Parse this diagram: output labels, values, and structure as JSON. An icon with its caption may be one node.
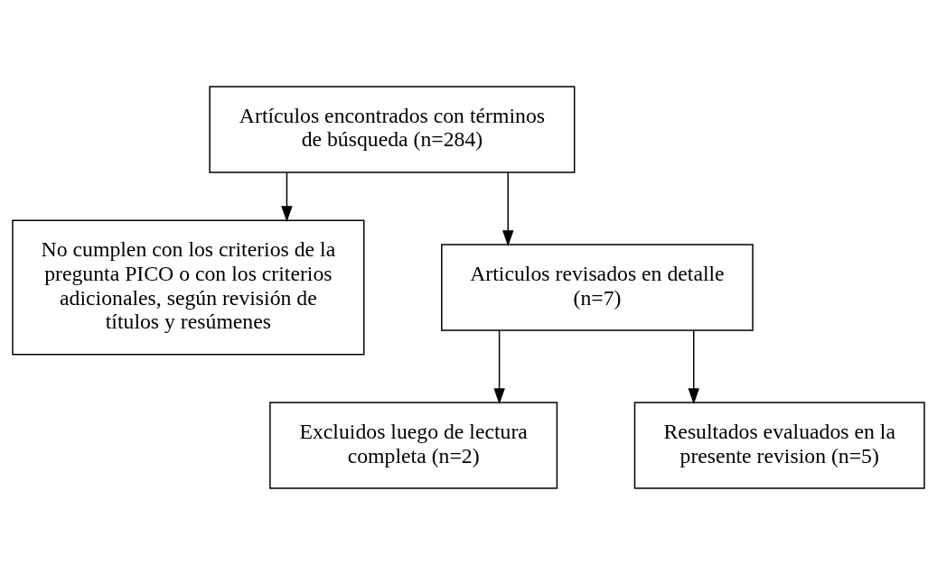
{
  "diagram": {
    "nodes": [
      {
        "text": [
          "Artículos encontrados con términos de búsqueda (n=284)"
        ]
      },
      {
        "text": [
          "No cumplen con los criterios de la pregunta PICO o con los criterios adicionales, según revisión de títulos y resúmenes"
        ]
      },
      {
        "text": [
          "Articulos revisados en detalle (n=7)"
        ]
      },
      {
        "text": [
          "Excluidos luego de lectura completa (n=2)"
        ]
      },
      {
        "text": [
          "Resultados evaluados en la presente revision (n=5)"
        ]
      }
    ],
    "edges": [
      {
        "from": 0,
        "to": 2,
        "arrow": "to"
      },
      {
        "from": 0,
        "to": 1,
        "arrow": "to"
      },
      {
        "from": 2,
        "to": 4,
        "arrow": "to"
      },
      {
        "from": 2,
        "to": 3,
        "arrow": "to"
      }
    ]
  }
}
